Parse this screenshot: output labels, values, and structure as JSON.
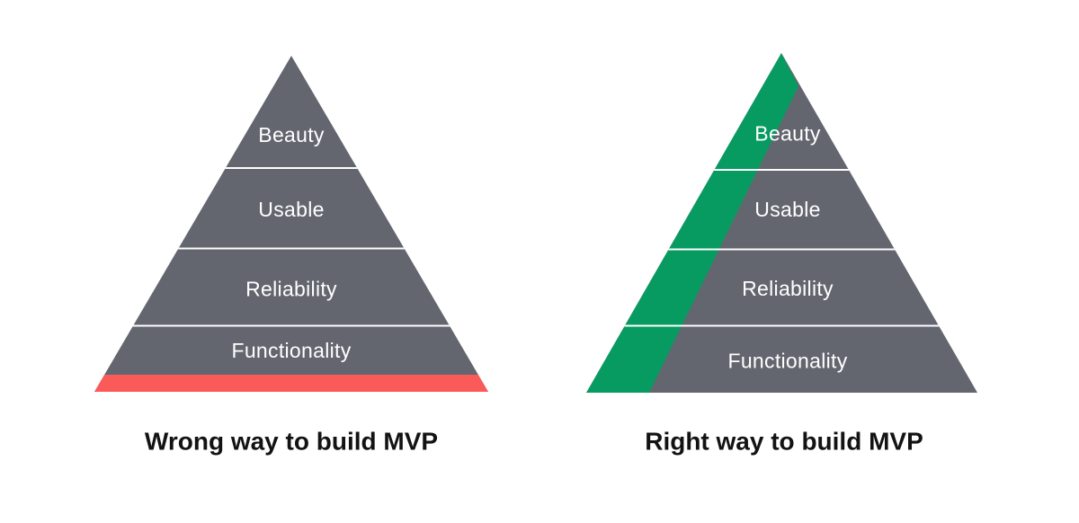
{
  "diagram": {
    "title_implicit": "MVP build comparison pyramids",
    "left_pyramid": {
      "caption": "Wrong way to build MVP",
      "layers": [
        {
          "label": "Beauty"
        },
        {
          "label": "Usable"
        },
        {
          "label": "Reliability"
        },
        {
          "label": "Functionality"
        }
      ],
      "highlight": "red horizontal stripe across the pyramid base"
    },
    "right_pyramid": {
      "caption": "Right way to build MVP",
      "layers": [
        {
          "label": "Beauty"
        },
        {
          "label": "Usable"
        },
        {
          "label": "Reliability"
        },
        {
          "label": "Functionality"
        }
      ],
      "highlight": "green diagonal stripe along the left slope through all layers"
    }
  },
  "colors": {
    "pyramid_gray": "#63666F",
    "stripe_red": "#FA5B58",
    "stripe_green": "#079B62",
    "divider_white": "#FFFFFF",
    "label_text": "#FFFFFF",
    "caption_text": "#131313",
    "background": "#FFFFFF"
  }
}
